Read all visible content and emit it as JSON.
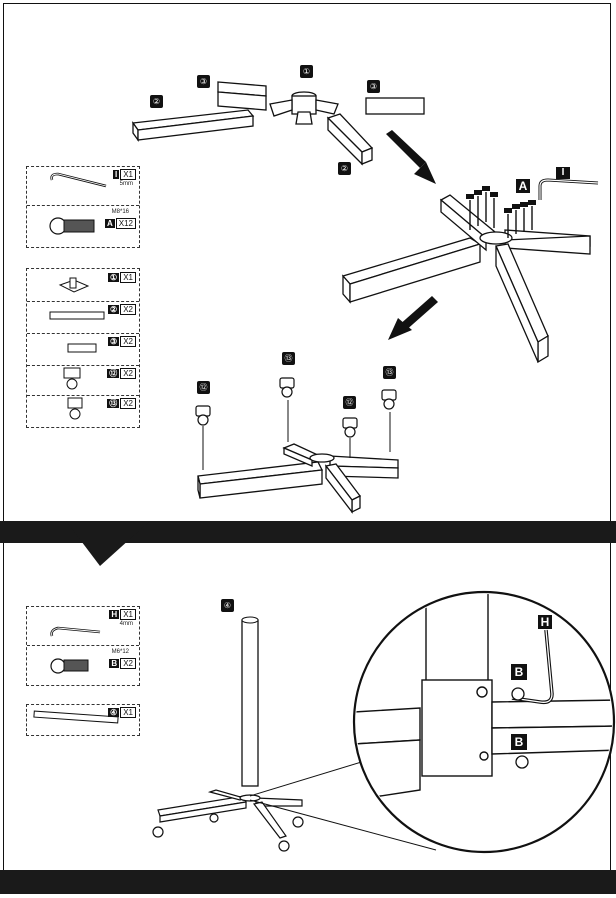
{
  "step1": {
    "callouts": {
      "p1": "①",
      "p2a": "②",
      "p2b": "②",
      "p3a": "③",
      "p3b": "③"
    },
    "hex_label": "I",
    "screw_label": "A",
    "caster_callouts": {
      "c12a": "⑫",
      "c13a": "⑬",
      "c12b": "⑫",
      "c13b": "⑬"
    },
    "hardware_box": [
      {
        "tag": "I",
        "qty": "X1",
        "spec": "5mm"
      },
      {
        "tag": "A",
        "qty": "X12",
        "spec": "M8*16"
      }
    ],
    "parts_box": [
      {
        "tag": "①",
        "qty": "X1"
      },
      {
        "tag": "②",
        "qty": "X2"
      },
      {
        "tag": "③",
        "qty": "X2"
      },
      {
        "tag": "⑫",
        "qty": "X2"
      },
      {
        "tag": "⑬",
        "qty": "X2"
      }
    ]
  },
  "step2": {
    "pole_callout": "④",
    "hex_label": "H",
    "bolt_label_1": "B",
    "bolt_label_2": "B",
    "hardware_box": [
      {
        "tag": "H",
        "qty": "X1",
        "spec": "4mm"
      },
      {
        "tag": "B",
        "qty": "X2",
        "spec": "M6*12"
      }
    ],
    "parts_box": [
      {
        "tag": "④",
        "qty": "X1"
      }
    ]
  }
}
